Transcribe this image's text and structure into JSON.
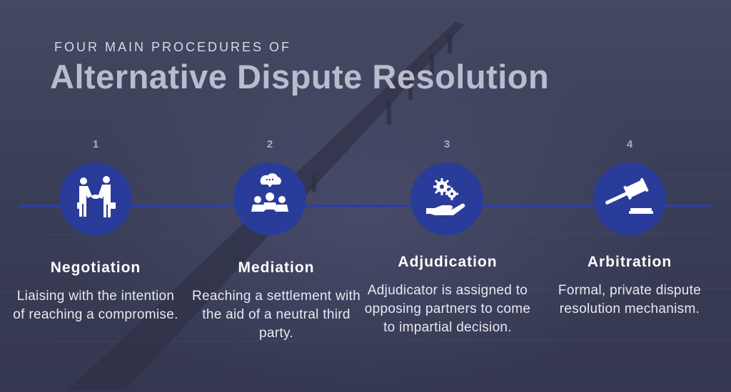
{
  "header": {
    "eyebrow": "FOUR MAIN PROCEDURES OF",
    "title": "Alternative Dispute Resolution"
  },
  "steps": [
    {
      "number": "1",
      "title": "Negotiation",
      "description": "Liaising with the intention of reaching a compromise.",
      "icon": "handshake-icon"
    },
    {
      "number": "2",
      "title": "Mediation",
      "description": "Reaching a settlement with the aid of a neutral third party.",
      "icon": "group-discussion-icon"
    },
    {
      "number": "3",
      "title": "Adjudication",
      "description": "Adjudicator is assigned to opposing partners to come to impartial decision.",
      "icon": "gears-hand-icon"
    },
    {
      "number": "4",
      "title": "Arbitration",
      "description": "Formal, private dispute resolution mechanism.",
      "icon": "gavel-icon"
    }
  ],
  "colors": {
    "accent": "#293c9a",
    "timeline": "#2f3f9c",
    "background": "#3a3d56"
  }
}
